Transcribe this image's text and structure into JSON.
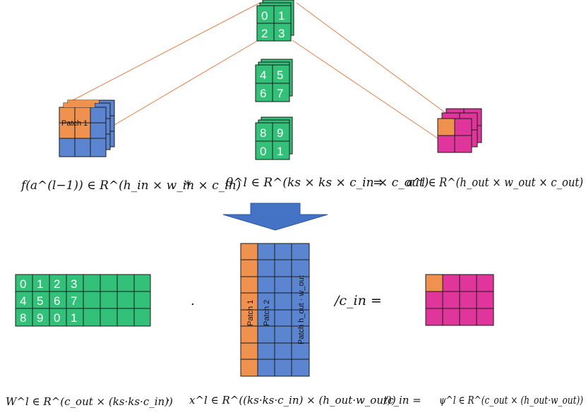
{
  "colors": {
    "green": "#33c17a",
    "orange": "#f0924f",
    "blue": "#5b85d1",
    "magenta": "#e0359b",
    "arrow": "#4472c4",
    "connector": "#e0804a"
  },
  "kernels": {
    "k1": [
      "0",
      "1",
      "2",
      "3"
    ],
    "k2": [
      "4",
      "5",
      "6",
      "7"
    ],
    "k3": [
      "8",
      "9",
      "0",
      "1"
    ]
  },
  "labels": {
    "patch": "Patch 1",
    "patch1": "Patch 1",
    "patch2": "Patch 2",
    "patch_last": "Patch h_out · w_out"
  },
  "equations": {
    "top": {
      "input": "f(a^(l−1)) ∈ R^(h_in × w_in × c_in)",
      "conv": "*",
      "kernel": "θ^l ∈ R^(ks × ks × c_in × c_out)",
      "eq": "=",
      "output": "a^l ∈ R^(h_out × w_out × c_out)"
    },
    "middle": {
      "dot": ".",
      "div": "/c_in ="
    },
    "bottom": {
      "w": "W^l ∈ R^(c_out × (ks·ks·c_in))",
      "dot": "·",
      "x": "x^l ∈ R^((ks·ks·c_in) × (h_out·w_out))",
      "div": "/c_in =",
      "psi": "ψ^l ∈ R^(c_out × (h_out·w_out))"
    }
  },
  "weight_matrix": {
    "rows": [
      [
        "0",
        "1",
        "2",
        "3"
      ],
      [
        "4",
        "5",
        "6",
        "7"
      ],
      [
        "8",
        "9",
        "0",
        "1"
      ]
    ]
  }
}
